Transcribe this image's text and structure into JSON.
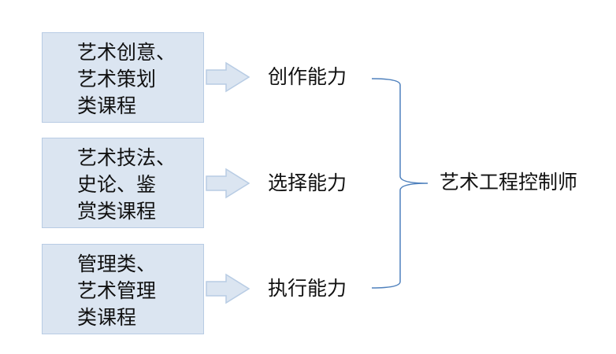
{
  "courses": [
    {
      "lines": [
        "艺术创意、",
        "艺术策划",
        "类课程"
      ]
    },
    {
      "lines": [
        "艺术技法、",
        "史论、鉴",
        "赏类课程"
      ]
    },
    {
      "lines": [
        "管理类、",
        "艺术管理",
        "类课程"
      ]
    }
  ],
  "abilities": [
    "创作能力",
    "选择能力",
    "执行能力"
  ],
  "target": "艺术工程控制师",
  "colors": {
    "box_fill": "#dbe5f1",
    "box_border": "#b8cce4",
    "arrow_fill": "#dbe5f1",
    "arrow_stroke": "#b8cce4",
    "brace": "#4f81bd"
  }
}
